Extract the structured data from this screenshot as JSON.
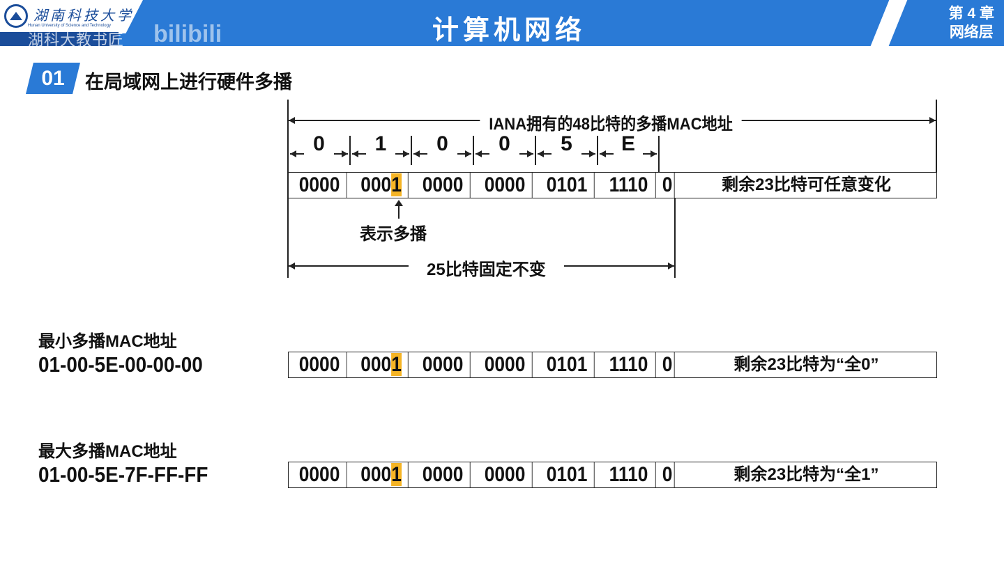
{
  "header": {
    "logo_cn": "湖南科技大学",
    "logo_en": "Hunan University of Science and Technology",
    "watermark": "湖科大教书匠",
    "watermark2": "bilibili",
    "title": "计算机网络",
    "chapter": "第 4 章",
    "chapter_name": "网络层",
    "accent": "#2a7ad6"
  },
  "section": {
    "number": "01",
    "title": "在局域网上进行硬件多播"
  },
  "diagram": {
    "top_span": "IANA拥有的48比特的多播MAC地址",
    "hex_digits": [
      "0",
      "1",
      "0",
      "0",
      "5",
      "E"
    ],
    "multicast_note": "表示多播",
    "fixed_span": "25比特固定不变",
    "highlight": "#f5b425"
  },
  "rows": [
    {
      "cells": [
        "0000",
        "000",
        "1",
        "0000",
        "0000",
        "0101",
        "1110",
        "0",
        "剩余23比特可任意变化"
      ]
    },
    {
      "label": "最小多播MAC地址",
      "address": "01-00-5E-00-00-00",
      "cells": [
        "0000",
        "000",
        "1",
        "0000",
        "0000",
        "0101",
        "1110",
        "0",
        "剩余23比特为“全0”"
      ]
    },
    {
      "label": "最大多播MAC地址",
      "address": "01-00-5E-7F-FF-FF",
      "cells": [
        "0000",
        "000",
        "1",
        "0000",
        "0000",
        "0101",
        "1110",
        "0",
        "剩余23比特为“全1”"
      ]
    }
  ]
}
